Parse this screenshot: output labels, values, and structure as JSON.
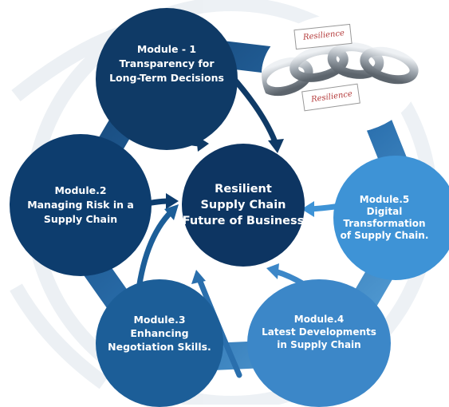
{
  "modules": {
    "m1": {
      "lines": [
        "Module - 1",
        "Transparency for",
        "Long-Term Decisions"
      ]
    },
    "m2": {
      "lines": [
        "Module.2",
        "Managing Risk in a",
        "Supply Chain"
      ]
    },
    "m3": {
      "lines": [
        "Module.3",
        "Enhancing",
        "Negotiation Skills."
      ]
    },
    "m4": {
      "lines": [
        "Module.4",
        "Latest Developments",
        "in Supply Chain"
      ]
    },
    "m5": {
      "lines": [
        "Module.5",
        "Digital",
        "Transformation",
        "of Supply Chain."
      ]
    }
  },
  "center": {
    "lines": [
      "Resilient",
      "Supply Chain",
      "Future of Business"
    ]
  },
  "image": {
    "tags": [
      "Resilience",
      "Resilience"
    ]
  },
  "colors": {
    "dark_navy": "#0f3a66",
    "navy": "#0d3d6e",
    "medium_blue": "#1c5e98",
    "light_blue": "#3c87c8",
    "sky_blue": "#3e93d6",
    "ring_dark": "#123f6e",
    "ring_mid": "#2a6fad",
    "ring_light": "#5ea8de"
  }
}
